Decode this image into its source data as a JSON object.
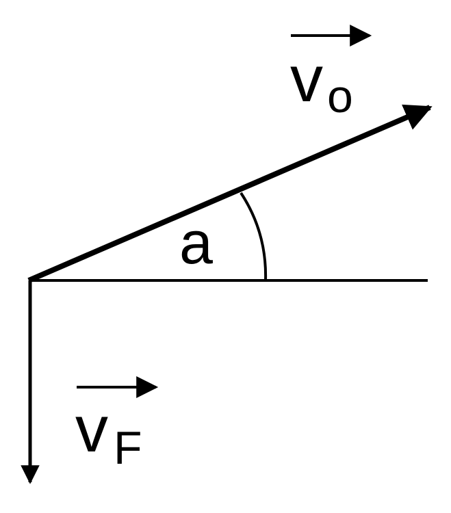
{
  "colors": {
    "stroke": "#000000",
    "background": "#ffffff"
  },
  "labels": {
    "v0_main": "v",
    "v0_sub": "o",
    "vf_main": "v",
    "vf_sub": "F",
    "angle": "a"
  },
  "angle_deg": 24,
  "icons": {
    "vector_arrow": "right-arrow-icon"
  }
}
